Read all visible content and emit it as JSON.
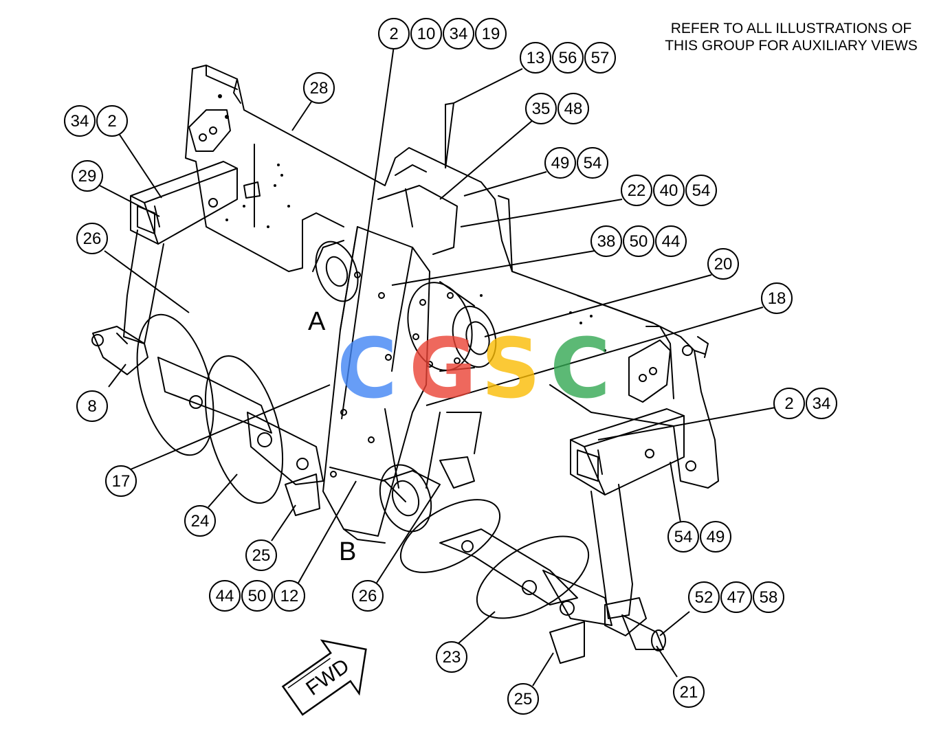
{
  "note": {
    "line1": "REFER TO ALL ILLUSTRATIONS OF",
    "line2": "THIS GROUP FOR AUXILIARY VIEWS"
  },
  "view_labels": {
    "a": "A",
    "b": "B"
  },
  "direction_arrow": "FWD",
  "watermark": {
    "letters": [
      "C",
      "G",
      "S",
      "C"
    ],
    "colors": [
      "#4285F4",
      "#EA4335",
      "#FBBC05",
      "#34A853"
    ]
  },
  "callouts": [
    {
      "id": "g1",
      "labels": [
        "2",
        "10",
        "34",
        "19"
      ]
    },
    {
      "id": "g2",
      "labels": [
        "13",
        "56",
        "57"
      ]
    },
    {
      "id": "g3",
      "labels": [
        "35",
        "48"
      ]
    },
    {
      "id": "g4",
      "labels": [
        "49",
        "54"
      ]
    },
    {
      "id": "g5",
      "labels": [
        "22",
        "40",
        "54"
      ]
    },
    {
      "id": "g6",
      "labels": [
        "38",
        "50",
        "44"
      ]
    },
    {
      "id": "g7",
      "labels": [
        "20"
      ]
    },
    {
      "id": "g8",
      "labels": [
        "18"
      ]
    },
    {
      "id": "g9",
      "labels": [
        "28"
      ]
    },
    {
      "id": "g10",
      "labels": [
        "34",
        "2"
      ]
    },
    {
      "id": "g11",
      "labels": [
        "29"
      ]
    },
    {
      "id": "g12",
      "labels": [
        "26"
      ]
    },
    {
      "id": "g13",
      "labels": [
        "8"
      ]
    },
    {
      "id": "g14",
      "labels": [
        "17"
      ]
    },
    {
      "id": "g15",
      "labels": [
        "24"
      ]
    },
    {
      "id": "g16",
      "labels": [
        "25"
      ]
    },
    {
      "id": "g17",
      "labels": [
        "44",
        "50",
        "12"
      ]
    },
    {
      "id": "g18",
      "labels": [
        "26"
      ]
    },
    {
      "id": "g19",
      "labels": [
        "2",
        "34"
      ]
    },
    {
      "id": "g20",
      "labels": [
        "54",
        "49"
      ]
    },
    {
      "id": "g21",
      "labels": [
        "52",
        "47",
        "58"
      ]
    },
    {
      "id": "g22",
      "labels": [
        "23"
      ]
    },
    {
      "id": "g23",
      "labels": [
        "25"
      ]
    },
    {
      "id": "g24",
      "labels": [
        "21"
      ]
    }
  ]
}
